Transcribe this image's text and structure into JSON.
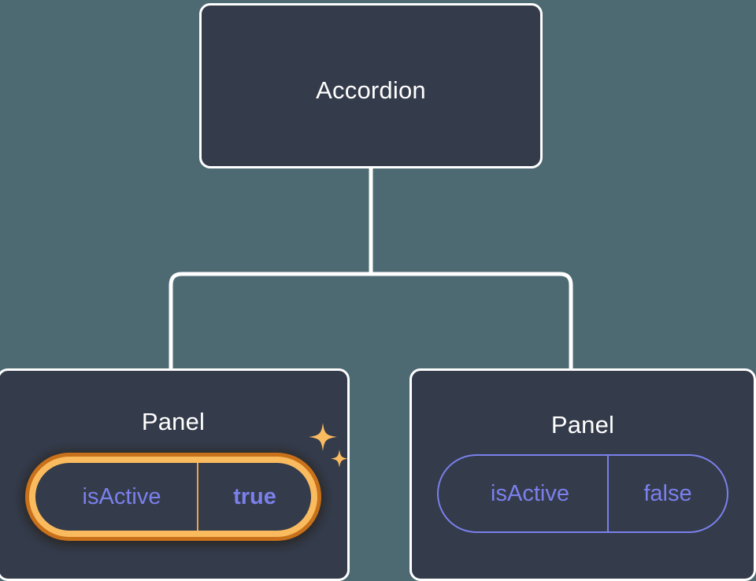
{
  "theme": {
    "canvas_bg": "#4d6a73",
    "node_fill": "#343b4a",
    "node_border": "#ffffff",
    "title_color": "#ffffff",
    "prop_text": "#7b80ec",
    "highlight_outer": "#c8711a",
    "highlight_inner": "#fabb5f",
    "sparkle_color": "#fbbc60"
  },
  "tree": {
    "root": {
      "title": "Accordion"
    },
    "children": [
      {
        "title": "Panel",
        "highlighted": true,
        "prop": {
          "key": "isActive",
          "value": "true"
        },
        "sparkle_icon": "sparkles-icon"
      },
      {
        "title": "Panel",
        "highlighted": false,
        "prop": {
          "key": "isActive",
          "value": "false"
        }
      }
    ]
  }
}
